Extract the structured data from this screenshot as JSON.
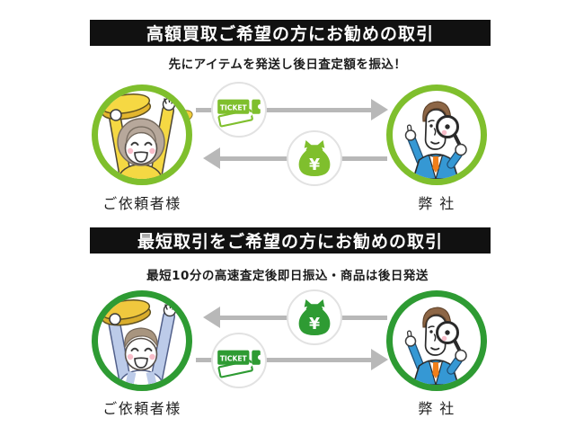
{
  "colors": {
    "background": "#ffffff",
    "banner_bg": "#111111",
    "banner_text": "#ffffff",
    "arrow_gray": "#b8b8b8",
    "icon_ring_gray": "#e2e2e2",
    "top_section_accent": "#7fbf2d",
    "bottom_section_accent": "#2e9b33"
  },
  "icons": {
    "ticket_label": "TICKET",
    "yen_symbol": "¥"
  },
  "sections": [
    {
      "banner": "高額買取ご希望の方にお勧めの取引",
      "subtitle": "先にアイテムを発送し後日査定額を振込！",
      "accent_color": "#7fbf2d",
      "client_label": "ご依頼者様",
      "company_label": "弊 社",
      "flows": [
        {
          "from": "client",
          "to": "company",
          "icon": "ticket",
          "direction": "right"
        },
        {
          "from": "company",
          "to": "client",
          "icon": "money-bag",
          "direction": "left"
        }
      ]
    },
    {
      "banner": "最短取引をご希望の方にお勧めの取引",
      "subtitle": "最短10分の高速査定後即日振込・商品は後日発送",
      "accent_color": "#2e9b33",
      "client_label": "ご依頼者様",
      "company_label": "弊 社",
      "flows": [
        {
          "from": "company",
          "to": "client",
          "icon": "money-bag",
          "direction": "left"
        },
        {
          "from": "client",
          "to": "company",
          "icon": "ticket",
          "direction": "right"
        }
      ]
    }
  ]
}
